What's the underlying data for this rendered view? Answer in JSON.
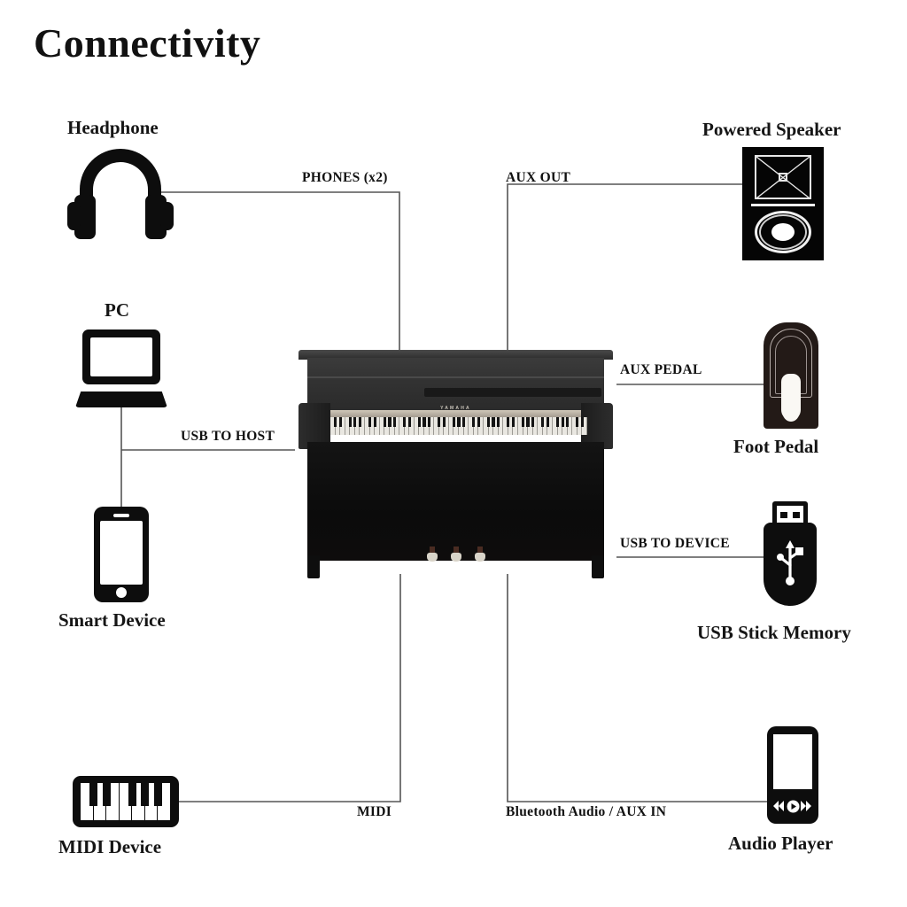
{
  "page": {
    "title": "Connectivity",
    "background": "#ffffff",
    "line_color": "#555555",
    "text_color": "#151515"
  },
  "center_device": {
    "name": "Yamaha Clavinova digital piano",
    "brand_logo": "YAMAHA"
  },
  "devices": [
    {
      "id": "headphone",
      "label": "Headphone",
      "icon": "headphone-icon"
    },
    {
      "id": "pc",
      "label": "PC",
      "icon": "laptop-icon"
    },
    {
      "id": "smart",
      "label": "Smart Device",
      "icon": "smartphone-icon"
    },
    {
      "id": "midi",
      "label": "MIDI Device",
      "icon": "midi-keyboard-icon"
    },
    {
      "id": "speaker",
      "label": "Powered Speaker",
      "icon": "speaker-icon"
    },
    {
      "id": "pedal",
      "label": "Foot Pedal",
      "icon": "foot-pedal-icon"
    },
    {
      "id": "usbstick",
      "label": "USB Stick Memory",
      "icon": "usb-stick-icon"
    },
    {
      "id": "player",
      "label": "Audio Player",
      "icon": "audio-player-icon"
    }
  ],
  "ports": [
    {
      "id": "phones",
      "label": "PHONES (x2)",
      "connects": "headphone"
    },
    {
      "id": "aux_out",
      "label": "AUX OUT",
      "connects": "speaker"
    },
    {
      "id": "usb_host",
      "label": "USB TO HOST",
      "connects": "pc / smart"
    },
    {
      "id": "aux_pedal",
      "label": "AUX PEDAL",
      "connects": "pedal"
    },
    {
      "id": "usb_device",
      "label": "USB TO DEVICE",
      "connects": "usbstick"
    },
    {
      "id": "midi",
      "label": "MIDI",
      "connects": "midi"
    },
    {
      "id": "bt_aux_in",
      "label": "Bluetooth Audio / AUX IN",
      "connects": "player"
    }
  ]
}
